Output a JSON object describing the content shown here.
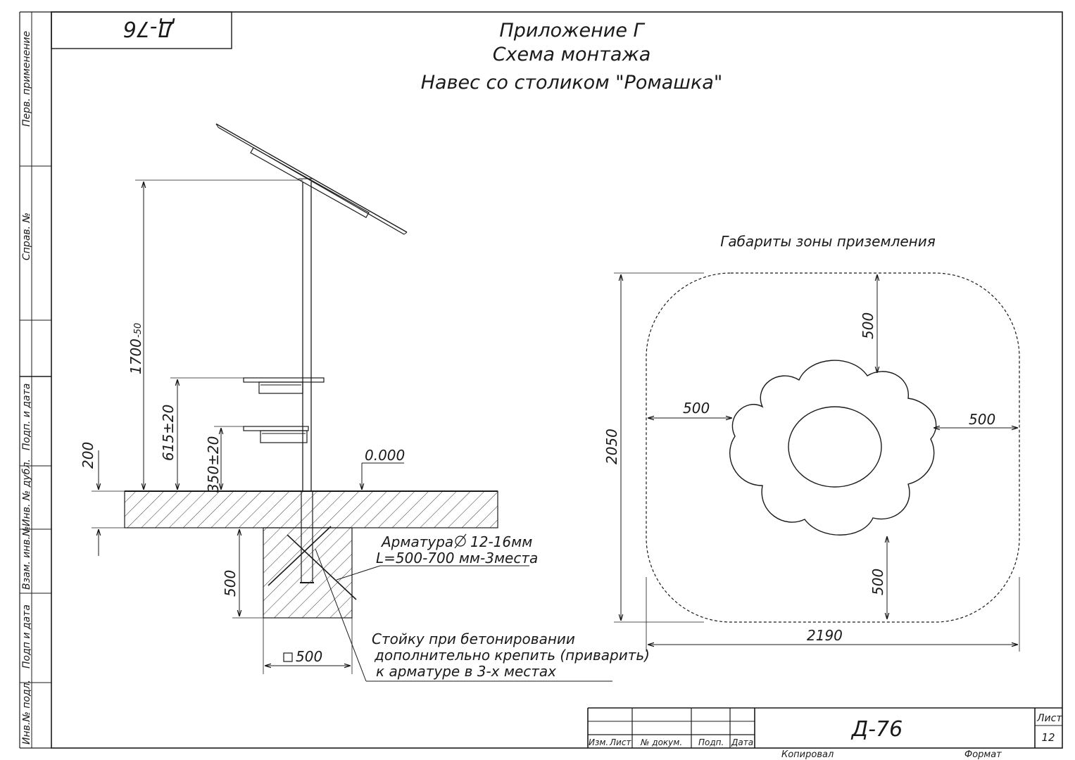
{
  "stamp": {
    "code_rotated": "Д-76"
  },
  "title": {
    "line1": "Приложение Г",
    "line2": "Схема монтажа",
    "line3": "Навес со столиком \"Ромашка\""
  },
  "side_labels": {
    "perv_primenenie": "Перв. применение",
    "sprav_no": "Справ. №",
    "podp_i_data_1": "Подп. и дата",
    "inv_no_dubl": "Инв. № дубл.",
    "vzam_inv_no": "Взам. инв.№",
    "podp_i_data_2": "Подп и дата",
    "inv_no_podl": "Инв.№ подл."
  },
  "side_view": {
    "dim_1700": "1700",
    "dim_1700_tol": "-50",
    "dim_615": "615±20",
    "dim_350": "350±20",
    "dim_200": "200",
    "dim_500_vert": "500",
    "level_mark": "0.000",
    "armature_line1": "Арматура",
    "armature_diameter": "12-16мм",
    "armature_line2": "L=500-700 мм-3места",
    "square_500": "500",
    "note_line1": "Стойку при бетонировании",
    "note_line2": "дополнительно крепить (приварить)",
    "note_line3": "к  арматуре в 3-х местах"
  },
  "top_view": {
    "caption": "Габариты зоны приземления",
    "dim_500_top": "500",
    "dim_500_left": "500",
    "dim_500_right": "500",
    "dim_500_bottom": "500",
    "dim_2050": "2050",
    "dim_2190": "2190"
  },
  "title_block": {
    "doc_code": "Д-76",
    "col_izm_list": "Изм.",
    "col_list": "Лист",
    "col_doc_no": "№ докум.",
    "col_podp": "Подп.",
    "col_data": "Дата",
    "sheet_label": "Лист",
    "sheet_number": "12",
    "kopiroval": "Копировал",
    "format": "Формат"
  }
}
